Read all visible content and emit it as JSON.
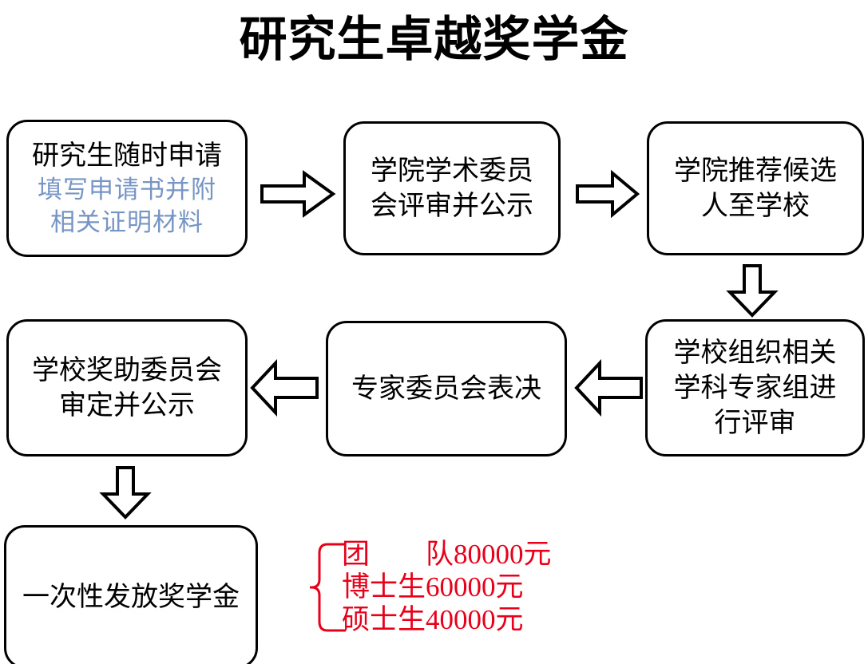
{
  "page": {
    "title": "研究生卓越奖学金",
    "background_color": "#ffffff",
    "outline_color": "#000000",
    "accent_blue": "#7694c4",
    "accent_red": "#e8001b"
  },
  "flow": {
    "nodes": [
      {
        "id": "apply",
        "lines": [
          "研究生随时申请"
        ],
        "sub_lines": [
          "填写申请书并附",
          "相关证明材料"
        ]
      },
      {
        "id": "college-review",
        "lines": [
          "学院学术委员",
          "会评审并公示"
        ],
        "sub_lines": []
      },
      {
        "id": "recommend",
        "lines": [
          "学院推荐候选",
          "人至学校"
        ],
        "sub_lines": []
      },
      {
        "id": "expert-panel",
        "lines": [
          "学校组织相关",
          "学科专家组进",
          "行评审"
        ],
        "sub_lines": []
      },
      {
        "id": "vote",
        "lines": [
          "专家委员会表决"
        ],
        "sub_lines": []
      },
      {
        "id": "approve",
        "lines": [
          "学校奖助委员会",
          "审定并公示"
        ],
        "sub_lines": []
      },
      {
        "id": "payout",
        "lines": [
          "一次性发放奖学金"
        ],
        "sub_lines": []
      }
    ],
    "connectors": [
      {
        "id": "apply-to-college-review",
        "direction": "right"
      },
      {
        "id": "college-review-to-recommend",
        "direction": "right"
      },
      {
        "id": "recommend-to-expert-panel",
        "direction": "down"
      },
      {
        "id": "expert-panel-to-vote",
        "direction": "left"
      },
      {
        "id": "vote-to-approve",
        "direction": "left"
      },
      {
        "id": "approve-to-payout",
        "direction": "down"
      }
    ]
  },
  "amounts": {
    "brace": "{",
    "rows": [
      "团　　队80000元",
      "博士生60000元",
      "硕士生40000元"
    ]
  }
}
